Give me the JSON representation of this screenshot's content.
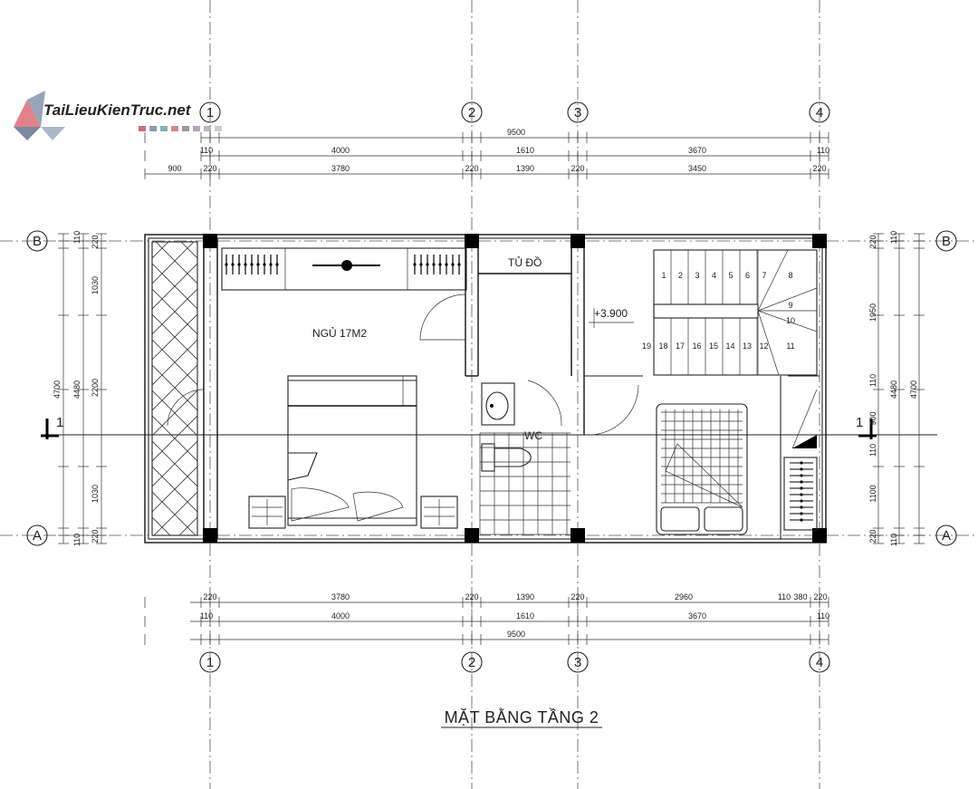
{
  "watermark": {
    "text": "TaiLieuKienTruc.net"
  },
  "title": "MẶT BẰNG TẦNG 2",
  "axes": {
    "columns": [
      "1",
      "2",
      "3",
      "4"
    ],
    "rows": [
      "B",
      "A"
    ],
    "section_marker": "1"
  },
  "rooms": {
    "bedroom": "NGỦ 17M2",
    "wardrobe": "TỦ ĐỒ",
    "wc": "WC",
    "level": "+3.900"
  },
  "stairs": {
    "steps_top": [
      "1",
      "2",
      "3",
      "4",
      "5",
      "6",
      "7",
      "8"
    ],
    "steps_right": [
      "9",
      "10"
    ],
    "steps_bottom": [
      "19",
      "18",
      "17",
      "16",
      "15",
      "14",
      "13",
      "12",
      "11"
    ]
  },
  "dims_top": {
    "total": "9500",
    "row1": [
      "110",
      "4000",
      "1610",
      "3670",
      "110"
    ],
    "row2": [
      "900",
      "220",
      "3780",
      "220",
      "1390",
      "220",
      "3450",
      "220"
    ]
  },
  "dims_bottom": {
    "total": "9500",
    "row1": [
      "220",
      "3780",
      "220",
      "1390",
      "220",
      "2960",
      "110",
      "380",
      "220"
    ],
    "row2": [
      "110",
      "4000",
      "1610",
      "3670",
      "110"
    ]
  },
  "dims_left": {
    "total": "4700",
    "mid": "4480",
    "parts": [
      "110",
      "220",
      "1030",
      "2200",
      "1030",
      "220",
      "110"
    ]
  },
  "dims_right": {
    "total": "4700",
    "mid": "4480",
    "parts": [
      "110",
      "220",
      "1950",
      "110",
      "900",
      "110",
      "1100",
      "220",
      "110"
    ]
  }
}
